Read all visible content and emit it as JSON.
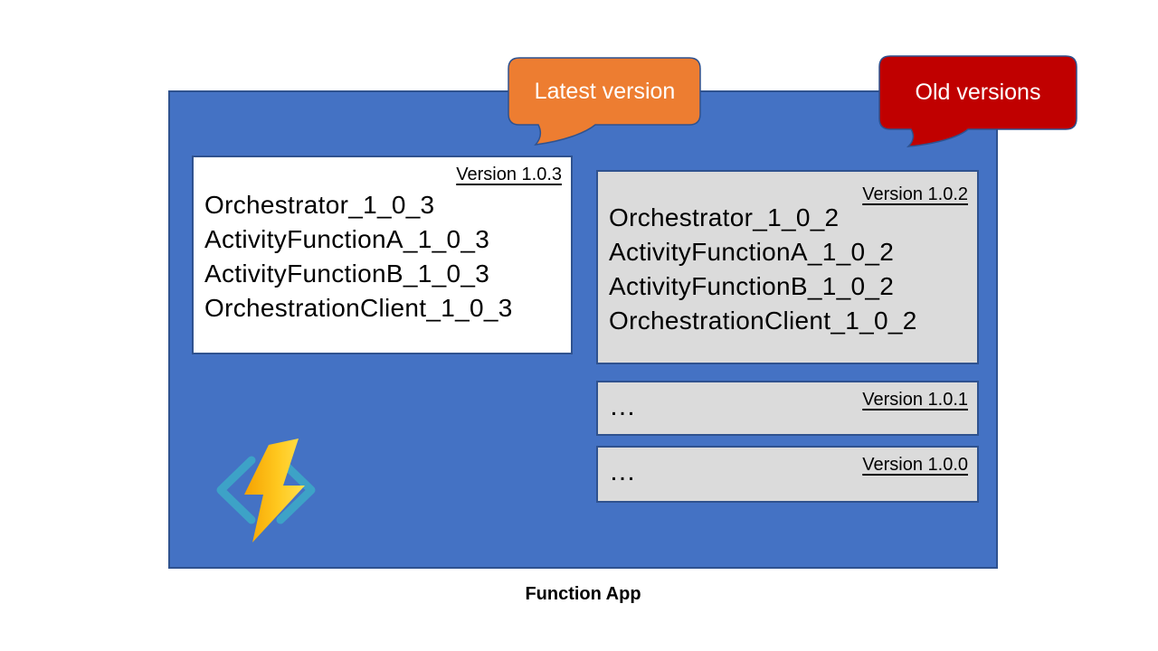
{
  "app": {
    "caption": "Function App"
  },
  "callouts": {
    "latest": {
      "label": "Latest version",
      "fill": "#ED7D31"
    },
    "old": {
      "label": "Old versions",
      "fill": "#C00000"
    }
  },
  "function_app": {
    "latest_box": {
      "version_label": "Version 1.0.3",
      "functions": [
        "Orchestrator_1_0_3",
        "ActivityFunctionA_1_0_3",
        "ActivityFunctionB_1_0_3",
        "OrchestrationClient_1_0_3"
      ]
    },
    "old_boxes": [
      {
        "version_label": "Version 1.0.2",
        "functions": [
          "Orchestrator_1_0_2",
          "ActivityFunctionA_1_0_2",
          "ActivityFunctionB_1_0_2",
          "OrchestrationClient_1_0_2"
        ]
      },
      {
        "version_label": "Version 1.0.1",
        "placeholder": "…"
      },
      {
        "version_label": "Version 1.0.0",
        "placeholder": "…"
      }
    ]
  },
  "icons": {
    "azure_functions": "azure-functions-lightning-icon"
  },
  "colors": {
    "container_fill": "#4472C4",
    "container_border": "#2F528F",
    "old_box_fill": "#DBDBDB",
    "latest_box_fill": "#FFFFFF",
    "callout_latest_fill": "#ED7D31",
    "callout_old_fill": "#C00000",
    "bolt_dark": "#F5A100",
    "bolt_light": "#FFE14D",
    "bracket_teal": "#3DA2C7"
  }
}
